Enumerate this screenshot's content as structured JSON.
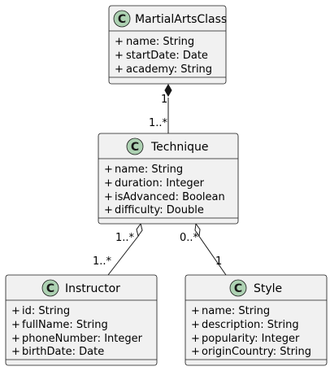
{
  "classes": [
    {
      "name": "MartialArtsClass",
      "stereotype_letter": "C",
      "attributes": [
        {
          "visibility": "+",
          "text": "name: String"
        },
        {
          "visibility": "+",
          "text": "startDate: Date"
        },
        {
          "visibility": "+",
          "text": "academy: String"
        }
      ]
    },
    {
      "name": "Technique",
      "stereotype_letter": "C",
      "attributes": [
        {
          "visibility": "+",
          "text": "name: String"
        },
        {
          "visibility": "+",
          "text": "duration: Integer"
        },
        {
          "visibility": "+",
          "text": "isAdvanced: Boolean"
        },
        {
          "visibility": "+",
          "text": "difficulty: Double"
        }
      ]
    },
    {
      "name": "Instructor",
      "stereotype_letter": "C",
      "attributes": [
        {
          "visibility": "+",
          "text": "id: String"
        },
        {
          "visibility": "+",
          "text": "fullName: String"
        },
        {
          "visibility": "+",
          "text": "phoneNumber: Integer"
        },
        {
          "visibility": "+",
          "text": "birthDate: Date"
        }
      ]
    },
    {
      "name": "Style",
      "stereotype_letter": "C",
      "attributes": [
        {
          "visibility": "+",
          "text": "name: String"
        },
        {
          "visibility": "+",
          "text": "description: String"
        },
        {
          "visibility": "+",
          "text": "popularity: Integer"
        },
        {
          "visibility": "+",
          "text": "originCountry: String"
        }
      ]
    }
  ],
  "relations": [
    {
      "from": "MartialArtsClass",
      "to": "Technique",
      "kind": "composition",
      "from_mult": "1",
      "to_mult": "1..*"
    },
    {
      "from": "Technique",
      "to": "Instructor",
      "kind": "aggregation",
      "from_mult": "1..*",
      "to_mult": "1..*"
    },
    {
      "from": "Technique",
      "to": "Style",
      "kind": "aggregation",
      "from_mult": "0..*",
      "to_mult": "1"
    }
  ],
  "colors": {
    "box_fill": "#f1f1f1",
    "border": "#181818",
    "class_circle": "#add1b2"
  }
}
